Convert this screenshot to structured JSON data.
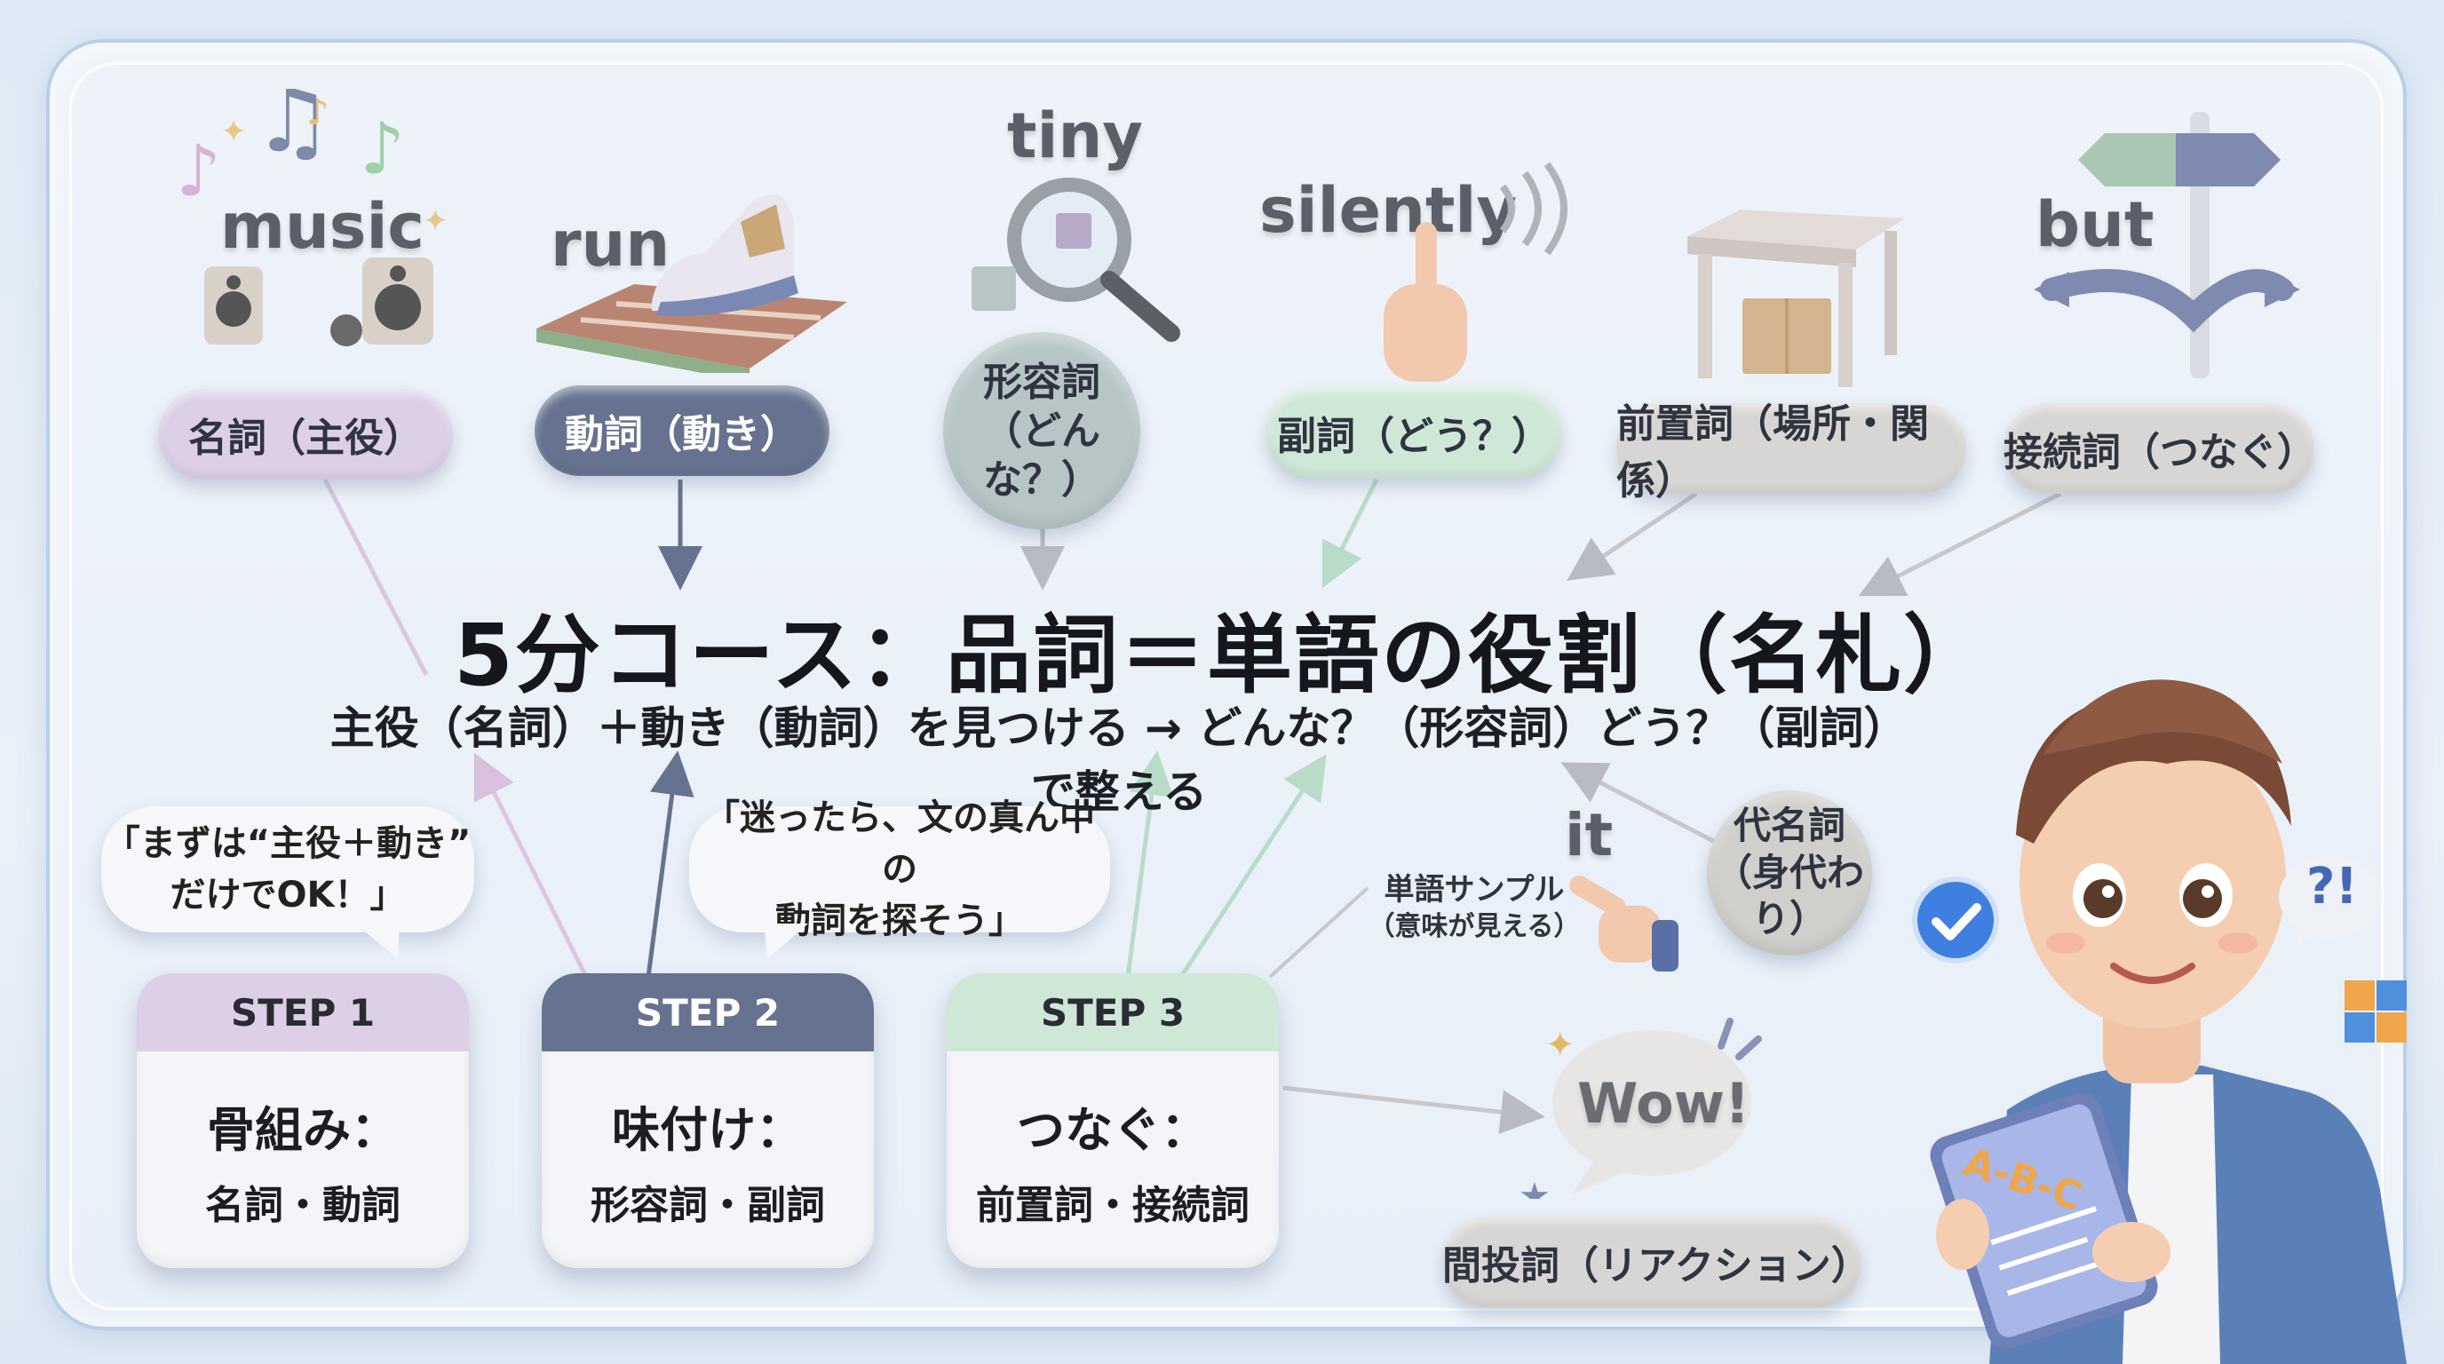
{
  "colors": {
    "noun": "#dccfe6",
    "verb": "#66728f",
    "adjective": "#b7c5c7",
    "adverb": "#cfe7d7",
    "preposition": "#d8d6d4",
    "conjunction": "#d8d6d4",
    "pronoun": "#cfcfcc",
    "interjection": "#d8d6d4"
  },
  "parts_of_speech": {
    "noun": {
      "word": "music",
      "label": "名詞（主役）"
    },
    "verb": {
      "word": "run",
      "label": "動詞（動き）"
    },
    "adjective": {
      "word": "tiny",
      "label_line1": "形容詞",
      "label_line2": "（どんな？）"
    },
    "adverb": {
      "word": "silently",
      "label": "副詞（どう？）"
    },
    "preposition": {
      "label": "前置詞（場所・関係）"
    },
    "conjunction": {
      "word": "but",
      "label": "接続詞（つなぐ）"
    },
    "pronoun": {
      "word": "it",
      "label_line1": "代名詞",
      "label_line2": "（身代わり）"
    },
    "interjection": {
      "word": "Wow!",
      "label": "間投詞（リアクション）"
    }
  },
  "title": "5分コース：品詞＝単語の役割（名札）",
  "subtitle": "主役（名詞）＋動き（動詞）を見つける → どんな？（形容詞）どう？（副詞）で整える",
  "bubbles": {
    "left_line1": "「まずは“主役＋動き”",
    "left_line2": "だけでOK！」",
    "mid_line1": "「迷ったら、文の真ん中の",
    "mid_line2": "動詞を探そう」"
  },
  "word_sample": {
    "line1": "単語サンプル",
    "line2": "（意味が見える）"
  },
  "tablet_text": "A-B-C",
  "question_badge": "?!",
  "steps": [
    {
      "head": "STEP 1",
      "main": "骨組み：",
      "sub": "名詞・動詞"
    },
    {
      "head": "STEP 2",
      "main": "味付け：",
      "sub": "形容詞・副詞"
    },
    {
      "head": "STEP 3",
      "main": "つなぐ：",
      "sub": "前置詞・接続詞"
    }
  ]
}
